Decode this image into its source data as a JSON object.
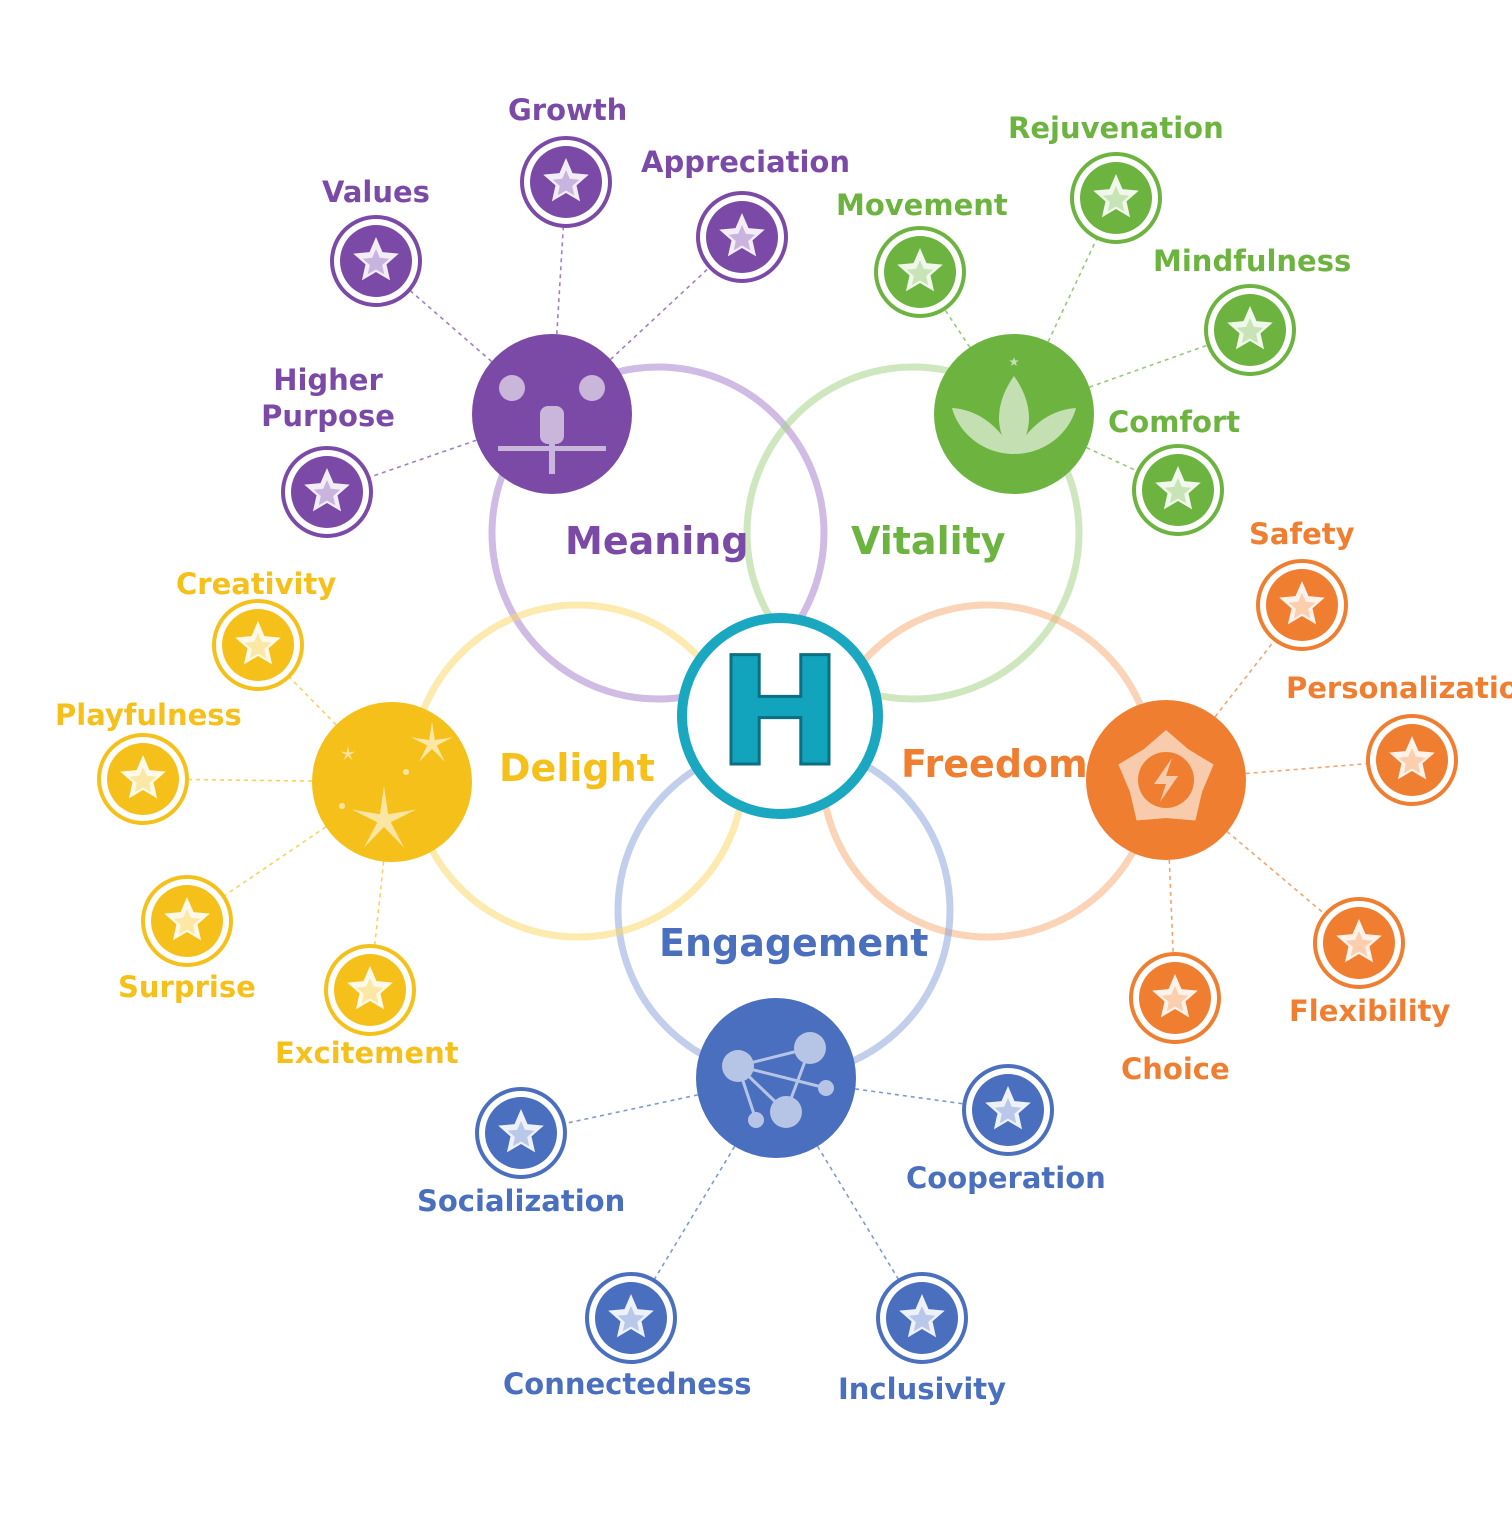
{
  "center": {
    "letter": "H",
    "ring_color": "#1aa7c0",
    "letter_color": "#12a3bd"
  },
  "categories": [
    {
      "key": "meaning",
      "label": "Meaning",
      "color": "#7b4aa6",
      "light": "#a884cc",
      "icon": "scales-gears-icon",
      "leaves": [
        "Growth",
        "Appreciation",
        "Values",
        "Higher\nPurpose"
      ]
    },
    {
      "key": "vitality",
      "label": "Vitality",
      "color": "#6cb33f",
      "light": "#a8d48a",
      "icon": "lotus-icon",
      "leaves": [
        "Rejuvenation",
        "Movement",
        "Mindfulness",
        "Comfort"
      ]
    },
    {
      "key": "freedom",
      "label": "Freedom",
      "color": "#ef7e31",
      "light": "#f7b07b",
      "icon": "lightning-gear-icon",
      "leaves": [
        "Safety",
        "Personalizatio",
        "Flexibility",
        "Choice"
      ]
    },
    {
      "key": "engagement",
      "label": "Engagement",
      "color": "#4a6fbf",
      "light": "#8ea6dd",
      "icon": "network-icon",
      "leaves": [
        "Cooperation",
        "Inclusivity",
        "Connectedness",
        "Socialization"
      ]
    },
    {
      "key": "delight",
      "label": "Delight",
      "color": "#f6c01a",
      "light": "#f9d86b",
      "icon": "sparkles-icon",
      "leaves": [
        "Creativity",
        "Playfulness",
        "Surprise",
        "Excitement"
      ]
    }
  ]
}
